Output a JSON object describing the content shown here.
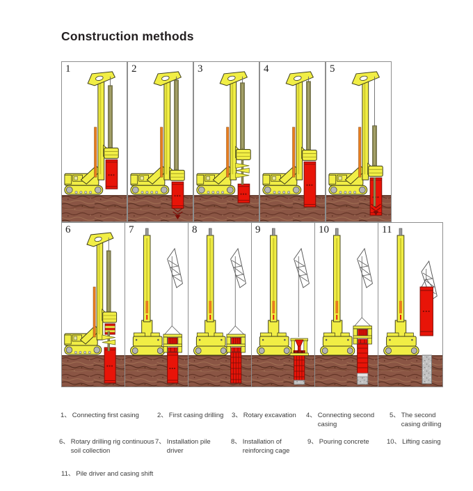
{
  "title": "Construction methods",
  "colors": {
    "machine_yellow": "#f1ee45",
    "machine_yellow_dark": "#9a9410",
    "outline": "#3a3a1a",
    "casing_red": "#e81408",
    "casing_dark": "#7c0c06",
    "kelly_olive": "#8f8c55",
    "kelly_olive_dark": "#55522e",
    "cylinder_orange": "#e87d1e",
    "soil_brown": "#8a5544",
    "soil_dark": "#4f2b1e",
    "concrete_gray": "#c2c2c2",
    "panel_border": "#8e8e8e",
    "caption_text": "#3a3a3a"
  },
  "panels": [
    {
      "label": "1",
      "scene": "rig-connect-first-casing",
      "caption": {
        "num": "1、",
        "text": "Connecting first casing"
      }
    },
    {
      "label": "2",
      "scene": "rig-first-casing-drilling",
      "caption": {
        "num": "2、",
        "text": "First casing drilling"
      }
    },
    {
      "label": "3",
      "scene": "rig-rotary-excavation",
      "caption": {
        "num": "3、",
        "text": "Rotary excavation"
      }
    },
    {
      "label": "4",
      "scene": "rig-connect-second-casing",
      "caption": {
        "num": "4、",
        "text": "Connecting second casing"
      }
    },
    {
      "label": "5",
      "scene": "rig-second-casing-drilling",
      "caption": {
        "num": "5、",
        "text": "The second casing drilling"
      }
    },
    {
      "label": "6",
      "scene": "rig-continuous-soil-collection",
      "caption": {
        "num": "6、",
        "text": "Rotary drilling rig continuous soil collection"
      }
    },
    {
      "label": "7",
      "scene": "pile-installation-driver",
      "caption": {
        "num": "7、",
        "text": "Installation pile driver"
      }
    },
    {
      "label": "8",
      "scene": "pile-reinforcing-cage",
      "caption": {
        "num": "8、",
        "text": "Installation of reinforcing cage"
      }
    },
    {
      "label": "9",
      "scene": "pile-pouring-concrete",
      "caption": {
        "num": "9、",
        "text": "Pouring concrete"
      }
    },
    {
      "label": "10",
      "scene": "pile-lifting-casing",
      "caption": {
        "num": "10、",
        "text": "Lifting casing"
      }
    },
    {
      "label": "11",
      "scene": "pile-casing-shift",
      "caption": {
        "num": "11、",
        "text": "Pile driver and casing shift"
      }
    }
  ]
}
